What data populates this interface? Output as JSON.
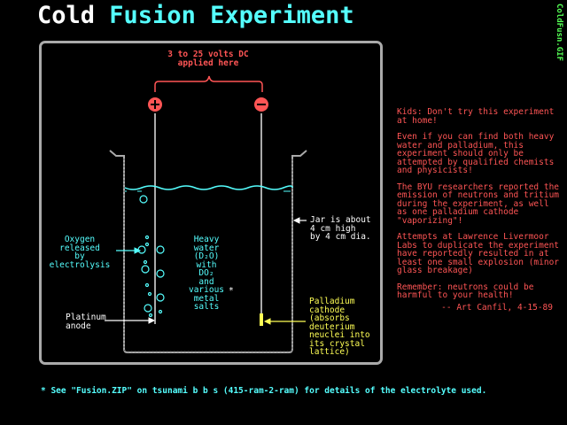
{
  "title": {
    "part1": "Cold",
    "part2": "Fusion Experiment"
  },
  "side_label": "ColdFusn.GIF",
  "diagram": {
    "voltage_label": "3 to 25 volts DC\napplied here",
    "plus_symbol": "+",
    "minus_symbol": "−",
    "oxygen_label": "Oxygen\nreleased\nby\nelectrolysis",
    "heavy_water_label": "Heavy\nwater\n(D₂O)\nwith\nDO₂\nand\nvarious\nmetal\nsalts",
    "asterisk": "*",
    "platinum_label": "Platinum\nanode",
    "jar_label": "Jar is about\n4 cm high\nby 4 cm dia.",
    "palladium_label": "Palladium\ncathode\n(absorbs\ndeuterium\nneuclei into\nits crystal\nlattice)"
  },
  "notes": [
    "Kids: Don't try this experiment at home!",
    "Even if you can find both heavy water and palladium, this experiment should only be attempted by qualified chemists and physicists!",
    "The BYU researchers reported the emission of neutrons and tritium during the experiment, as well as one palladium cathode \"vaporizing\"!",
    "Attempts at Lawrence Livermoor Labs to duplicate the experiment have reportedly resulted in at least one small explosion (minor glass breakage)",
    "Remember: neutrons could be harmful to your health!"
  ],
  "signature": "-- Art Canfil, 4-15-89",
  "footnote": "* See \"Fusion.ZIP\" on tsunami b b s (415-ram-2-ram) for details of the electrolyte used.",
  "colors": {
    "title_white": "#ffffff",
    "title_cyan": "#55ffff",
    "red": "#ff5555",
    "cyan": "#55ffff",
    "yellow": "#ffff55",
    "gray": "#aaaaaa",
    "green": "#55ff55"
  }
}
